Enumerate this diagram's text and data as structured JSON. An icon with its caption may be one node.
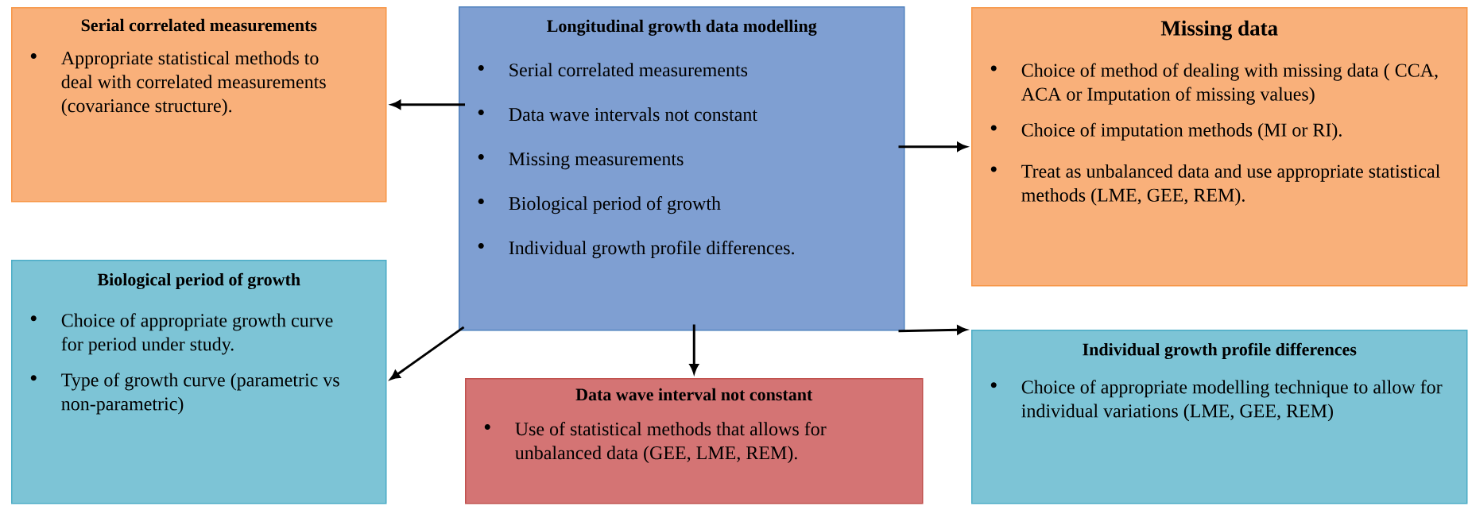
{
  "diagram": {
    "nodes": [
      {
        "text": [
          "Serial correlated measurements",
          "Appropriate statistical methods to deal with correlated measurements (covariance structure)."
        ]
      },
      {
        "text": [
          "Longitudinal growth data modelling",
          "Serial correlated measurements",
          "Data wave intervals not constant",
          "Missing measurements",
          "Biological period of growth",
          "Individual growth profile differences."
        ]
      },
      {
        "text": [
          "Missing data",
          "Choice of method of dealing with missing data ( CCA, ACA or Imputation of missing values)",
          "Choice of imputation methods (MI or RI).",
          "Treat as unbalanced data and use appropriate statistical methods (LME, GEE, REM)."
        ]
      },
      {
        "text": [
          "Biological period of growth",
          "Choice of appropriate growth curve for period under study.",
          "Type of growth curve (parametric vs non-parametric)"
        ]
      },
      {
        "text": [
          "Data wave interval not constant",
          "Use of statistical methods that allows for unbalanced data (GEE, LME, REM)."
        ]
      },
      {
        "text": [
          "Individual growth profile differences",
          "Choice of appropriate modelling technique to allow for individual variations (LME, GEE, REM)"
        ]
      }
    ],
    "edges": [
      {
        "from": 1,
        "to": 0,
        "arrow": "to"
      },
      {
        "from": 1,
        "to": 2,
        "arrow": "to"
      },
      {
        "from": 1,
        "to": 3,
        "arrow": "to"
      },
      {
        "from": 1,
        "to": 4,
        "arrow": "to"
      },
      {
        "from": 1,
        "to": 5,
        "arrow": "to"
      }
    ]
  }
}
